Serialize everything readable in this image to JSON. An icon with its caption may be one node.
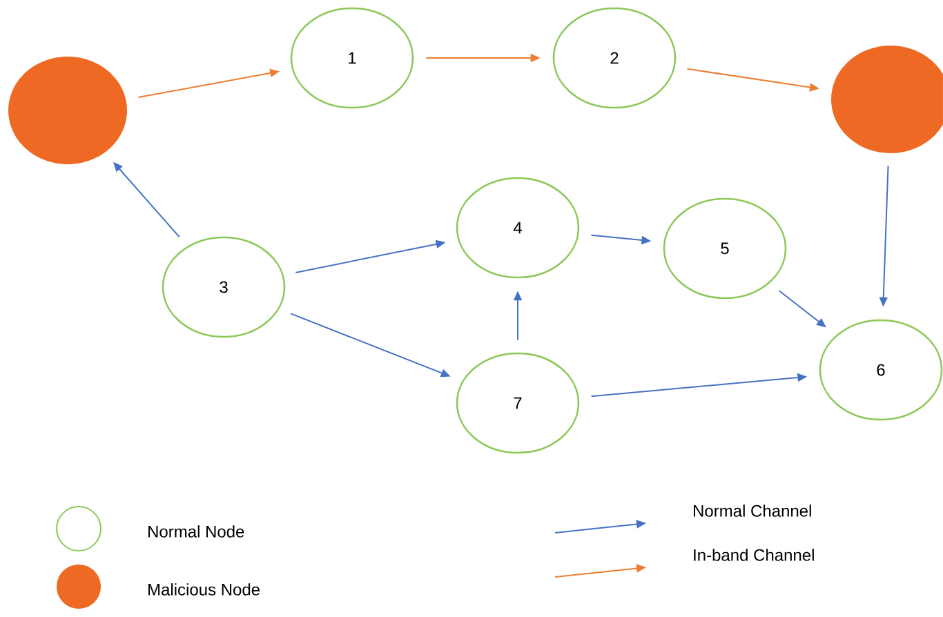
{
  "diagram": {
    "nodes": [
      {
        "text": [],
        "shape": "circle"
      },
      {
        "text": [
          "1"
        ]
      },
      {
        "text": [
          "2"
        ]
      },
      {
        "text": [],
        "shape": "circle"
      },
      {
        "text": [
          "3"
        ]
      },
      {
        "text": [
          "4"
        ]
      },
      {
        "text": [
          "5"
        ]
      },
      {
        "text": [
          "7"
        ]
      },
      {
        "text": [
          "6"
        ]
      }
    ],
    "edges": [
      {
        "from": 0,
        "to": 1,
        "arrow": "to",
        "color": "#ed7d31"
      },
      {
        "from": 1,
        "to": 2,
        "arrow": "to",
        "color": "#ed7d31"
      },
      {
        "from": 2,
        "to": 3,
        "arrow": "to",
        "color": "#ed7d31"
      },
      {
        "from": 4,
        "to": 0,
        "arrow": "to"
      },
      {
        "from": 4,
        "to": 5,
        "arrow": "to"
      },
      {
        "from": 4,
        "to": 7,
        "arrow": "to"
      },
      {
        "from": 5,
        "to": 6,
        "arrow": "to"
      },
      {
        "from": 7,
        "to": 5,
        "arrow": "to"
      },
      {
        "from": 6,
        "to": 8,
        "arrow": "to"
      },
      {
        "from": 7,
        "to": 8,
        "arrow": "to"
      },
      {
        "from": 3,
        "to": 8,
        "arrow": "to"
      }
    ],
    "legend": [
      {
        "text": "Normal Node"
      },
      {
        "text": "Malicious Node",
        "color": "#ee6a24"
      },
      {
        "text": "Normal Channel"
      },
      {
        "text": "In-band Channel"
      }
    ]
  }
}
